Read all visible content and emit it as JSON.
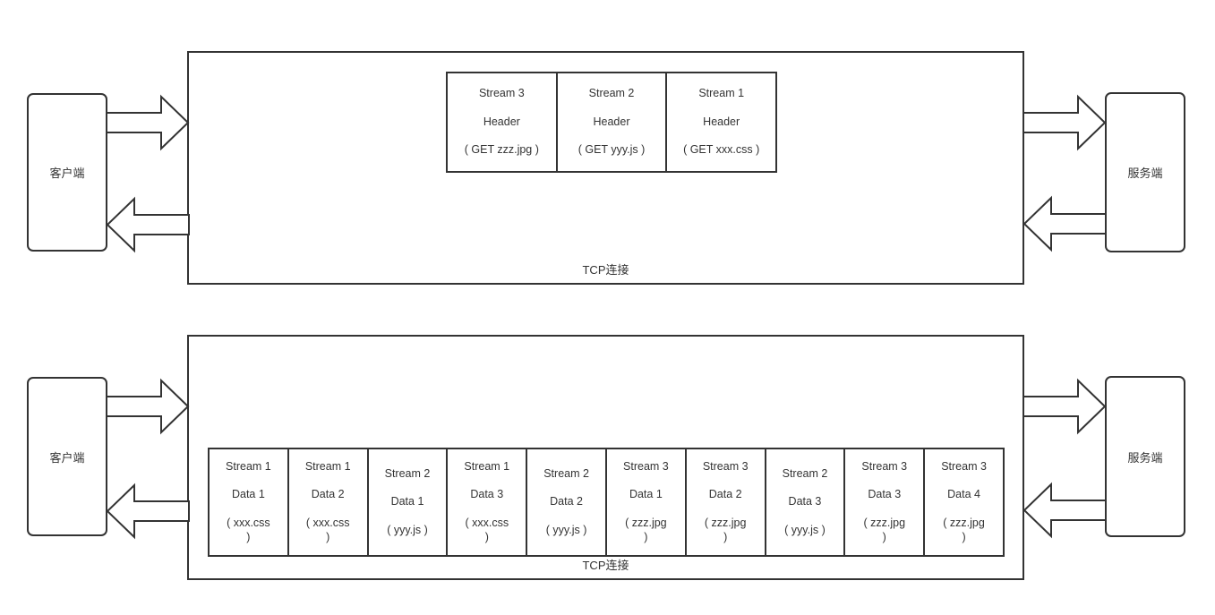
{
  "colors": {
    "stroke": "#333333",
    "text": "#333333",
    "background": "#ffffff",
    "shape_fill": "#ffffff"
  },
  "top_diagram": {
    "client_label": "客户端",
    "server_label": "服务端",
    "tcp_label": "TCP连接",
    "frames": [
      {
        "stream": "Stream 3",
        "kind": "Header",
        "payload": "( GET zzz.jpg )"
      },
      {
        "stream": "Stream 2",
        "kind": "Header",
        "payload": "( GET yyy.js )"
      },
      {
        "stream": "Stream 1",
        "kind": "Header",
        "payload": "( GET xxx.css )"
      }
    ]
  },
  "bottom_diagram": {
    "client_label": "客户端",
    "server_label": "服务端",
    "tcp_label": "TCP连接",
    "frames": [
      {
        "stream": "Stream 1",
        "kind": "Data 1",
        "payload": "( xxx.css )"
      },
      {
        "stream": "Stream 1",
        "kind": "Data 2",
        "payload": "( xxx.css )"
      },
      {
        "stream": "Stream 2",
        "kind": "Data 1",
        "payload": "( yyy.js )"
      },
      {
        "stream": "Stream 1",
        "kind": "Data 3",
        "payload": "( xxx.css )"
      },
      {
        "stream": "Stream 2",
        "kind": "Data 2",
        "payload": "( yyy.js )"
      },
      {
        "stream": "Stream 3",
        "kind": "Data 1",
        "payload": "( zzz.jpg )"
      },
      {
        "stream": "Stream 3",
        "kind": "Data 2",
        "payload": "( zzz.jpg )"
      },
      {
        "stream": "Stream 2",
        "kind": "Data 3",
        "payload": "( yyy.js )"
      },
      {
        "stream": "Stream 3",
        "kind": "Data 3",
        "payload": "( zzz.jpg )"
      },
      {
        "stream": "Stream 3",
        "kind": "Data 4",
        "payload": "( zzz.jpg )"
      }
    ]
  }
}
